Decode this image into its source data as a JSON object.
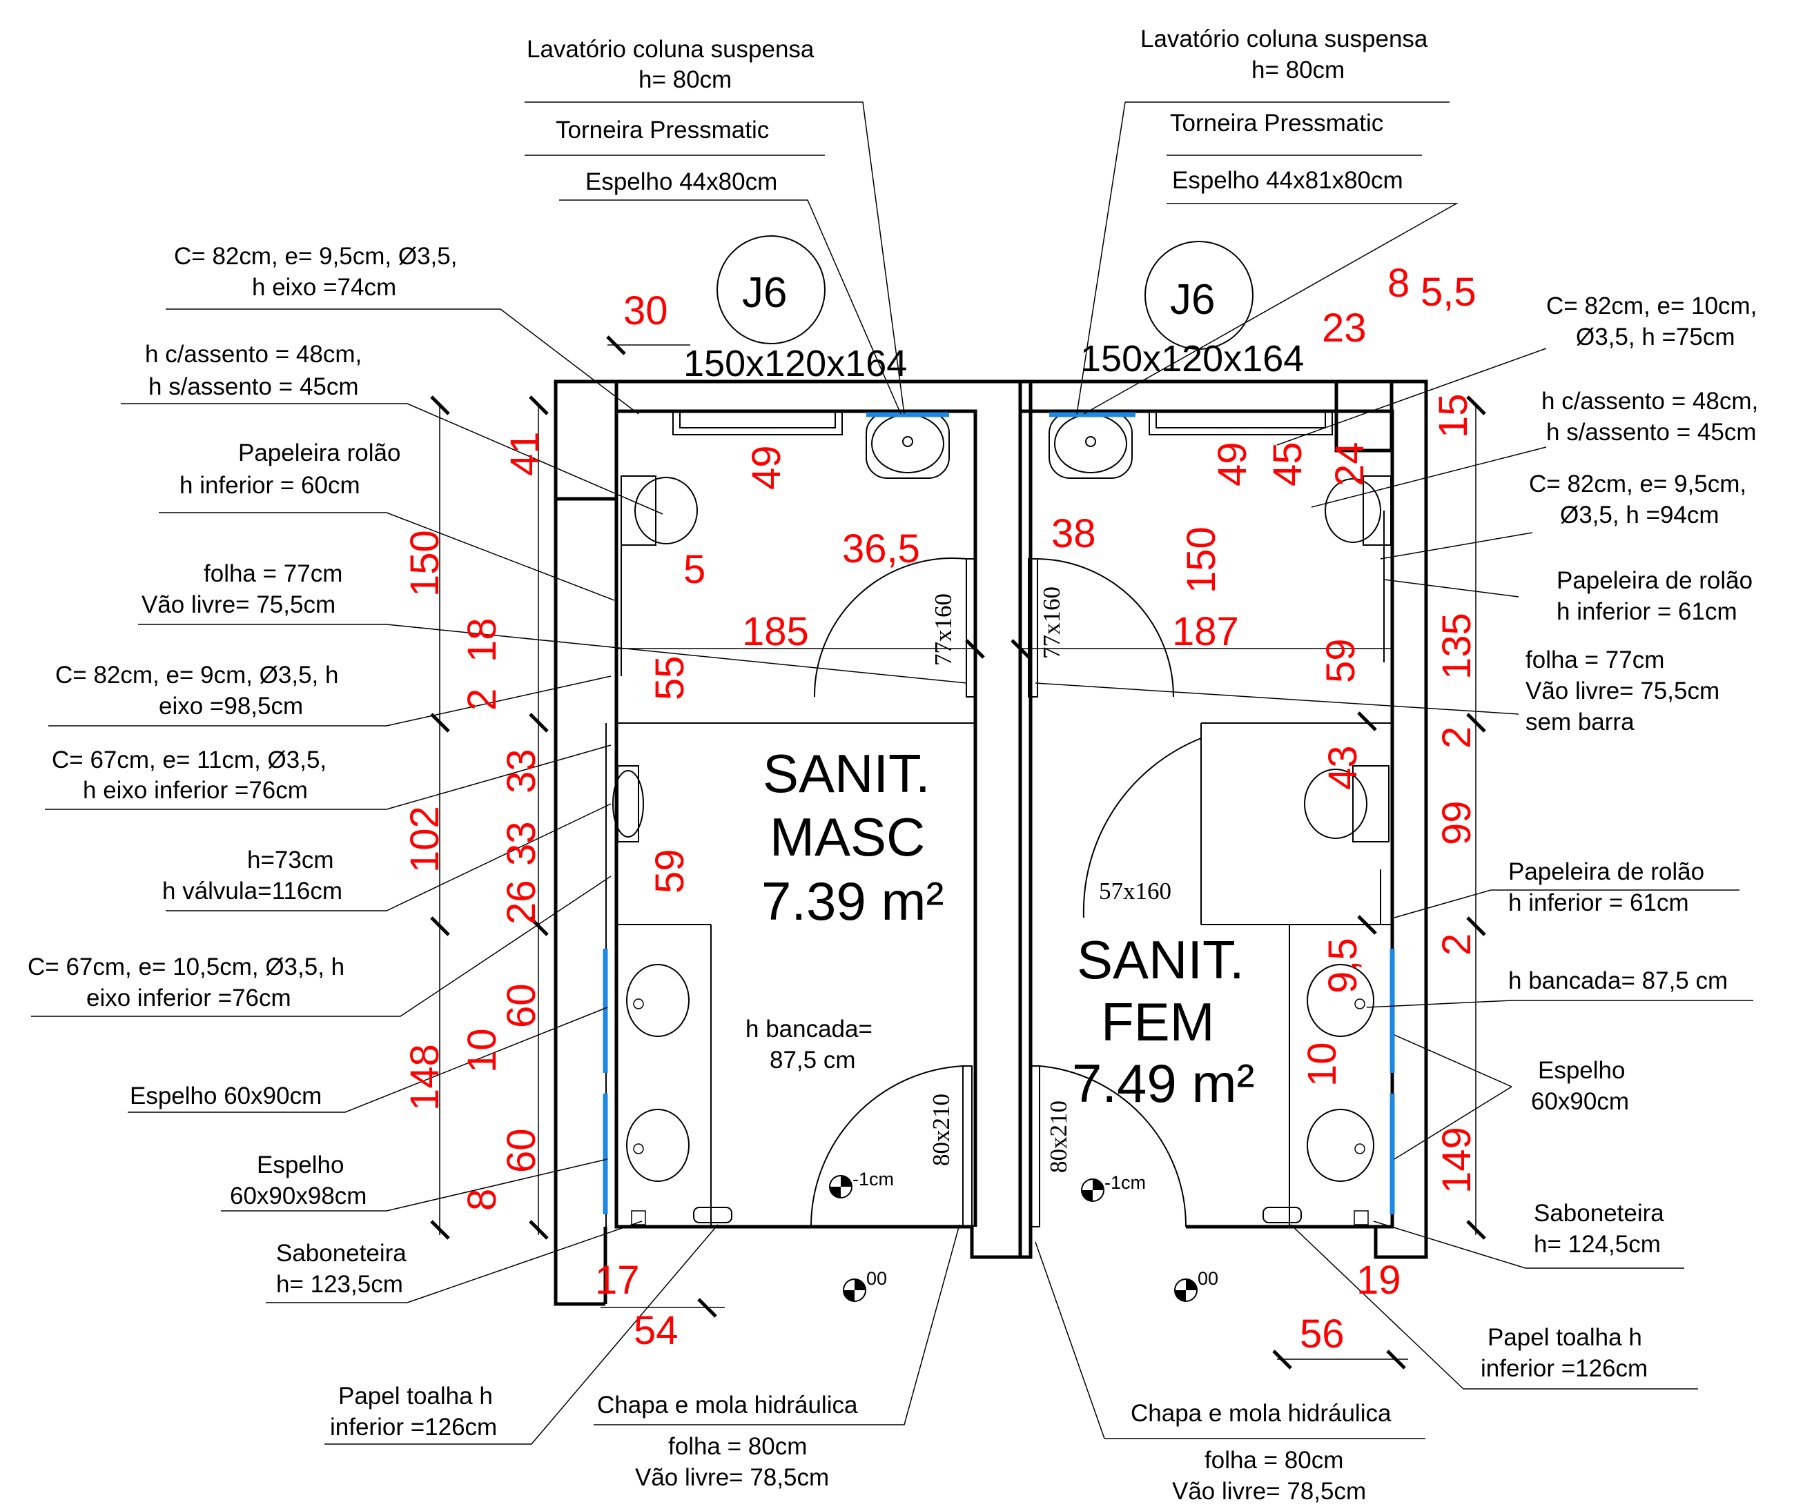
{
  "tags": {
    "left": "J6",
    "right": "J6"
  },
  "sizes": {
    "left": "150x120x164",
    "right": "150x120x164"
  },
  "rooms": {
    "masc": {
      "line1": "SANIT.",
      "line2": "MASC",
      "area": "7.39 m²"
    },
    "fem": {
      "line1": "SANIT.",
      "line2": "FEM",
      "area": "7.49 m²"
    }
  },
  "doors": {
    "masc_main": "77x160",
    "fem_main": "77x160",
    "fem_stall": "57x160",
    "masc_entry": "80x210",
    "fem_entry": "80x210"
  },
  "levels": {
    "masc_inner": "-1cm",
    "fem_inner": "-1cm",
    "masc_outer": "00",
    "fem_outer": "00"
  },
  "dims": {
    "d30": "30",
    "d41": "41",
    "d49a": "49",
    "d36_5": "36,5",
    "d5": "5",
    "d150a": "150",
    "d185": "185",
    "d18": "18",
    "d2a": "2",
    "d55": "55",
    "d102": "102",
    "d33a": "33",
    "d33b": "33",
    "d26": "26",
    "d59a": "59",
    "d148": "148",
    "d60a": "60",
    "d10a": "10",
    "d60b": "60",
    "d8a": "8",
    "d17": "17",
    "d54": "54",
    "d23": "23",
    "d8b": "8",
    "d5_5": "5,5",
    "d15": "15",
    "d49b": "49",
    "d45": "45",
    "d24": "24",
    "d38": "38",
    "d150b": "150",
    "d187": "187",
    "d59b": "59",
    "d135": "135",
    "d2b": "2",
    "d43": "43",
    "d99": "99",
    "d2c": "2",
    "d9_5": "9,5",
    "d10b": "10",
    "d149": "149",
    "d19": "19",
    "d56": "56"
  },
  "left_notes": {
    "lav_1": "Lavatório coluna suspensa",
    "lav_2": "h= 80cm",
    "torneira": "Torneira Pressmatic",
    "espelho_top": "Espelho 44x80cm",
    "barra1_1": "C= 82cm, e= 9,5cm, Ø3,5,",
    "barra1_2": "h eixo =74cm",
    "assento_1": "h c/assento = 48cm,",
    "assento_2": "h s/assento = 45cm",
    "papel_1": "Papeleira rolão",
    "papel_2": "h inferior = 60cm",
    "folha_1": "folha = 77cm",
    "folha_2": "Vão livre= 75,5cm",
    "barra2_1": "C= 82cm, e= 9cm, Ø3,5, h",
    "barra2_2": "eixo  =98,5cm",
    "barra3_1": "C= 67cm, e= 11cm, Ø3,5,",
    "barra3_2": "h eixo inferior =76cm",
    "mict_1": "h=73cm",
    "mict_2": "h válvula=116cm",
    "barra4_1": "C= 67cm, e= 10,5cm, Ø3,5, h",
    "barra4_2": "eixo inferior  =76cm",
    "esp60": "Espelho 60x90cm",
    "esp98_1": "Espelho",
    "esp98_2": "60x90x98cm",
    "sab_1": "Saboneteira",
    "sab_2": "h= 123,5cm",
    "toalha_1": "Papel toalha h",
    "toalha_2": "inferior =126cm",
    "bancada_1": "h bancada=",
    "bancada_2": "87,5 cm",
    "chapa": "Chapa e mola hidráulica",
    "folha80_1": "folha = 80cm",
    "folha80_2": "Vão livre= 78,5cm"
  },
  "right_notes": {
    "lav_1": "Lavatório coluna suspensa",
    "lav_2": "h= 80cm",
    "torneira": "Torneira Pressmatic",
    "espelho_top": "Espelho 44x81x80cm",
    "barra1_1": "C= 82cm, e= 10cm,",
    "barra1_2": "Ø3,5, h =75cm",
    "assento_1": "h c/assento = 48cm,",
    "assento_2": "h s/assento = 45cm",
    "barra2_1": "C= 82cm, e= 9,5cm,",
    "barra2_2": "Ø3,5, h =94cm",
    "papel_1": "Papeleira de rolão",
    "papel_2": "h inferior = 61cm",
    "folha_1": "folha = 77cm",
    "folha_2": "Vão livre= 75,5cm",
    "folha_3": "sem barra",
    "papel2_1": "Papeleira de rolão",
    "papel2_2": "h inferior = 61cm",
    "bancada": "h bancada= 87,5 cm",
    "esp_1": "Espelho",
    "esp_2": "60x90cm",
    "sab_1": "Saboneteira",
    "sab_2": "h= 124,5cm",
    "toalha_1": "Papel toalha h",
    "toalha_2": "inferior =126cm",
    "chapa": "Chapa e mola hidráulica",
    "folha80_1": "folha = 80cm",
    "folha80_2": "Vão livre= 78,5cm"
  }
}
